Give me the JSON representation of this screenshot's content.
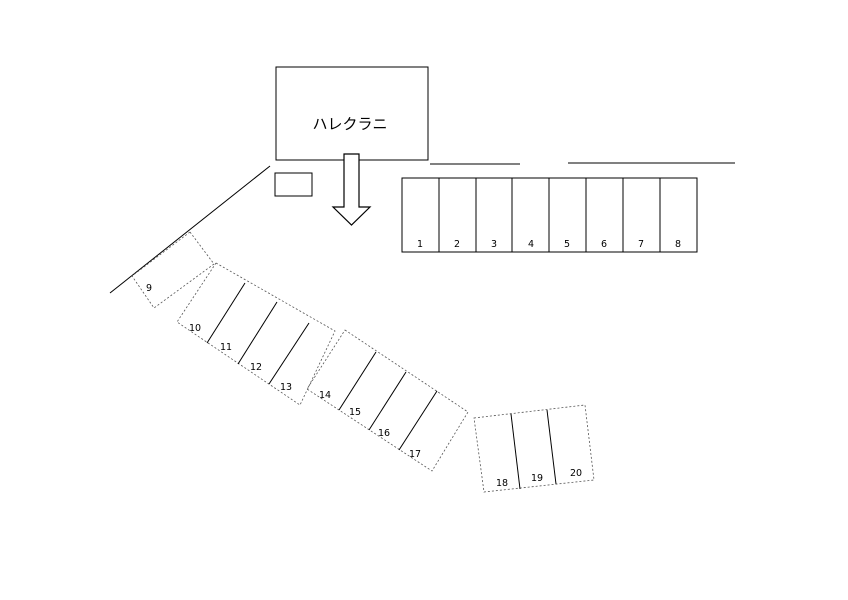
{
  "building": {
    "name": "ハレクラニ"
  },
  "spaces": [
    {
      "label": "1"
    },
    {
      "label": "2"
    },
    {
      "label": "3"
    },
    {
      "label": "4"
    },
    {
      "label": "5"
    },
    {
      "label": "6"
    },
    {
      "label": "7"
    },
    {
      "label": "8"
    },
    {
      "label": "9"
    },
    {
      "label": "10"
    },
    {
      "label": "11"
    },
    {
      "label": "12"
    },
    {
      "label": "13"
    },
    {
      "label": "14"
    },
    {
      "label": "15"
    },
    {
      "label": "16"
    },
    {
      "label": "17"
    },
    {
      "label": "18"
    },
    {
      "label": "19"
    },
    {
      "label": "20"
    }
  ]
}
